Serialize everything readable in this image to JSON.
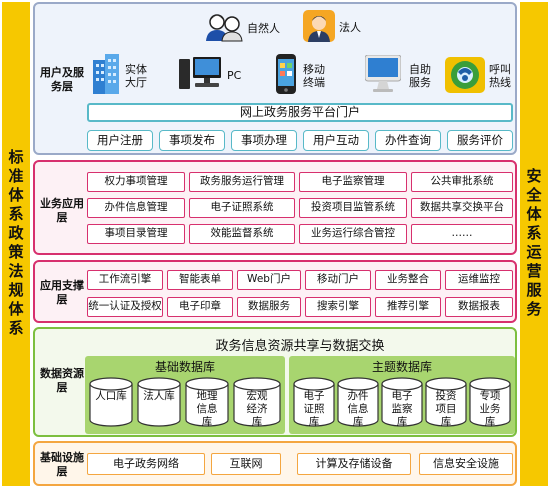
{
  "left_banner": "标准体系政策法规体系",
  "right_banner": "安全体系运营服务",
  "user_layer": {
    "title": "用户及服务层",
    "persons": [
      {
        "icon": "people-group-icon",
        "label": "自然人"
      },
      {
        "icon": "businessman-icon",
        "label": "法人"
      }
    ],
    "channels": [
      {
        "icon": "office-building-icon",
        "label": "实体大厅"
      },
      {
        "icon": "desktop-pc-icon",
        "label": "PC"
      },
      {
        "icon": "smartphone-icon",
        "label": "移动终端"
      },
      {
        "icon": "kiosk-monitor-icon",
        "label": "自助服务"
      },
      {
        "icon": "hotline-icon",
        "label": "呼叫热线"
      }
    ],
    "portal": "网上政务服务平台门户",
    "functions": [
      "用户注册",
      "事项发布",
      "事项办理",
      "用户互动",
      "办件查询",
      "服务评价"
    ]
  },
  "business_layer": {
    "title": "业务应用层",
    "items": [
      "权力事项管理",
      "政务服务运行管理",
      "电子监察管理",
      "公共审批系统",
      "办件信息管理",
      "电子证照系统",
      "投资项目监管系统",
      "数据共享交换平台",
      "事项目录管理",
      "效能监督系统",
      "业务运行综合管控",
      "……"
    ]
  },
  "support_layer": {
    "title": "应用支撑层",
    "items": [
      "工作流引擎",
      "智能表单",
      "Web门户",
      "移动门户",
      "业务整合",
      "运维监控",
      "统一认证及授权",
      "电子印章",
      "数据服务",
      "搜索引擎",
      "推荐引擎",
      "数据报表"
    ]
  },
  "data_layer": {
    "title": "数据资源层",
    "heading": "政务信息资源共享与数据交换",
    "basic": {
      "title": "基础数据库",
      "dbs": [
        "人口库",
        "法人库",
        "地理信息库",
        "宏观经济库"
      ]
    },
    "theme": {
      "title": "主题数据库",
      "dbs": [
        "电子证照库",
        "办件信息库",
        "电子监察库",
        "投资项目库",
        "专项业务库"
      ]
    }
  },
  "infra_layer": {
    "title": "基础设施层",
    "items": [
      "电子政务网络",
      "互联网",
      "计算及存储设备",
      "信息安全设施"
    ]
  }
}
